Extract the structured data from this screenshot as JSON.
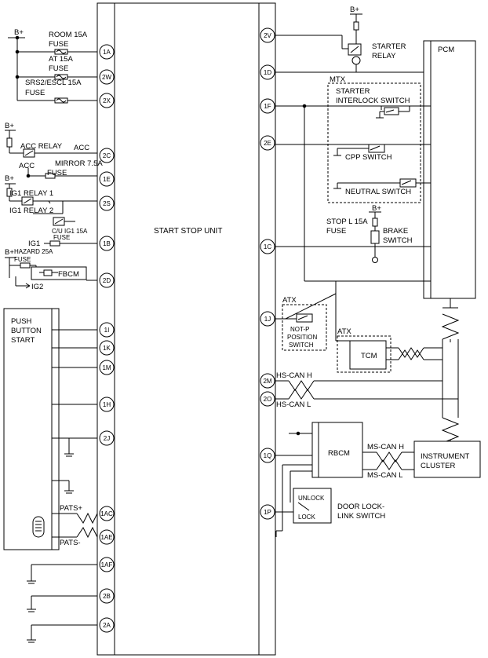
{
  "supply": {
    "bplus": "B+",
    "acc": "ACC",
    "ig1": "IG1",
    "ig2": "IG2"
  },
  "fuses": {
    "room": [
      "ROOM 15A",
      "FUSE"
    ],
    "at": [
      "AT 15A",
      "FUSE"
    ],
    "srs": [
      "SRS2/ESCL 15A",
      "FUSE"
    ],
    "mirror": [
      "MIRROR 7.5A",
      "FUSE"
    ],
    "cu_ig1": "C/U IG1 15A",
    "fuse_word": "FUSE",
    "hazard": [
      "HAZARD 25A",
      "FUSE"
    ],
    "stop": [
      "STOP L 15A",
      "FUSE"
    ]
  },
  "relays": {
    "acc": "ACC RELAY",
    "ig1_1": "IG1 RELAY 1",
    "ig1_2": "IG1 RELAY 2",
    "starter": [
      "STARTER",
      "RELAY"
    ]
  },
  "modules": {
    "ssu": "START STOP UNIT",
    "fbcm": "FBCM",
    "pcm": "PCM",
    "tcm": "TCM",
    "rbcm": "RBCM",
    "cluster": [
      "INSTRUMENT",
      "CLUSTER"
    ],
    "push": [
      "PUSH",
      "BUTTON",
      "START"
    ]
  },
  "switches": {
    "mtx": "MTX",
    "atx": "ATX",
    "starter_interlock": [
      "STARTER",
      "INTERLOCK SWITCH"
    ],
    "cpp": "CPP SWITCH",
    "neutral": "NEUTRAL SWITCH",
    "brake": [
      "BRAKE",
      "SWITCH"
    ],
    "not_p": [
      "NOT-P",
      "POSITION",
      "SWITCH"
    ],
    "door_lock": [
      "DOOR LOCK-",
      "LINK SWITCH"
    ],
    "unlock": "UNLOCK",
    "lock": "LOCK"
  },
  "buses": {
    "hs_h": "HS-CAN H",
    "hs_l": "HS-CAN L",
    "ms_h": "MS-CAN H",
    "ms_l": "MS-CAN L",
    "pats_p": "PATS+",
    "pats_m": "PATS-"
  },
  "pins_left": [
    "1A",
    "2W",
    "2X",
    "2C",
    "1E",
    "2S",
    "1B",
    "2D",
    "1I",
    "1K",
    "1M",
    "1H",
    "2J",
    "1AC",
    "1AE",
    "1AF",
    "2B",
    "2A"
  ],
  "pins_right": [
    "2V",
    "1D",
    "1F",
    "2E",
    "1C",
    "1J",
    "2M",
    "2O",
    "1Q",
    "1P"
  ]
}
